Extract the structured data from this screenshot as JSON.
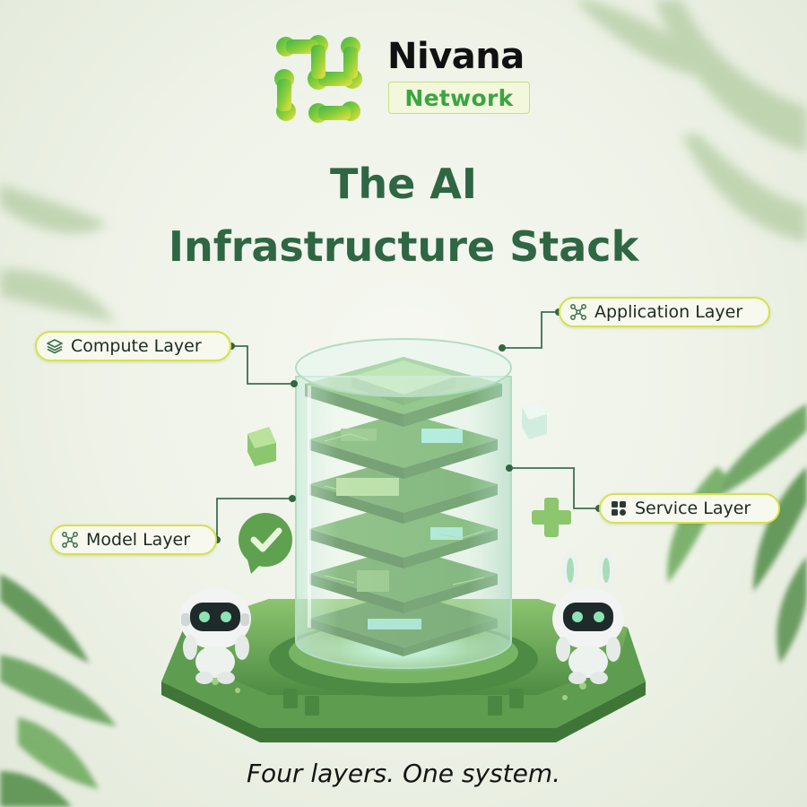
{
  "brand": {
    "name": "Nivana",
    "badge": "Network"
  },
  "headline": {
    "line1": "The AI",
    "line2": "Infrastructure Stack"
  },
  "layers": {
    "compute": "Compute Layer",
    "application": "Application Layer",
    "model": "Model Layer",
    "service": "Service Layer"
  },
  "tagline": "Four layers. One system.",
  "colors": {
    "title_green": "#2f6644",
    "brand_green": "#3aa640",
    "label_border": "#d6e24a",
    "platform_green": "#6aa85a"
  },
  "icons": {
    "compute": "layers-icon",
    "application": "nodes-icon",
    "model": "nodes-icon",
    "service": "grid-icon"
  }
}
